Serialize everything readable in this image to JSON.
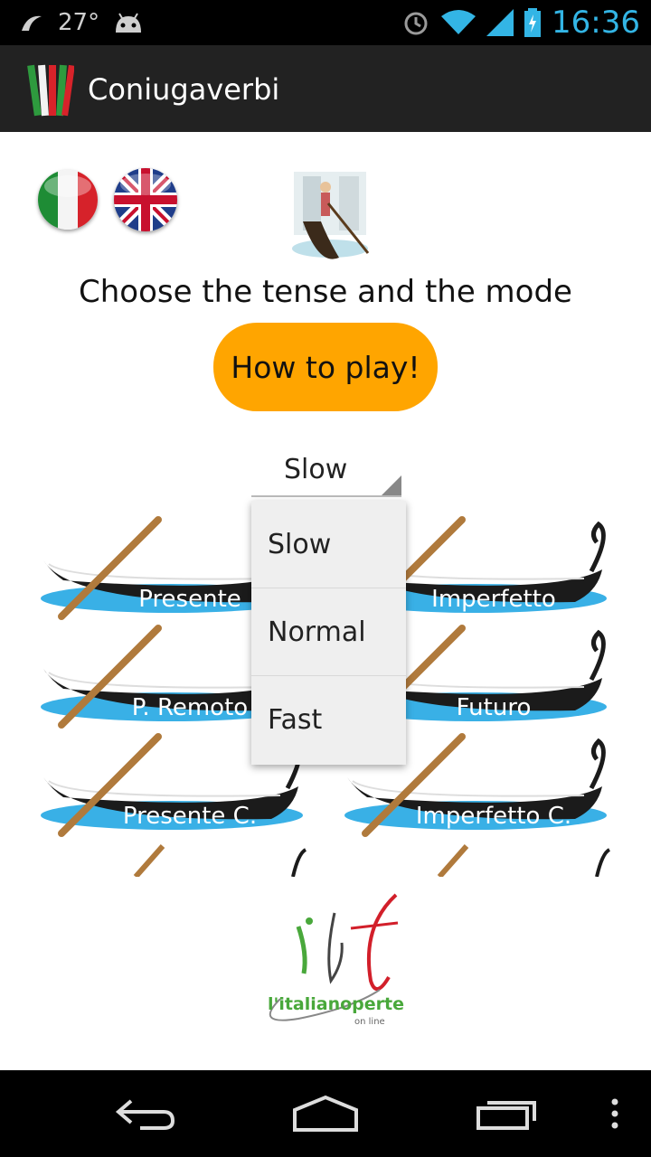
{
  "statusbar": {
    "temperature": "27°",
    "time": "16:36"
  },
  "app": {
    "title": "Coniugaverbi"
  },
  "main": {
    "heading": "Choose the tense and the mode",
    "howto_label": "How to play!",
    "speed": {
      "selected": "Slow",
      "options": [
        "Slow",
        "Normal",
        "Fast"
      ]
    },
    "tenses": [
      "Presente",
      "Imperfetto",
      "P. Remoto",
      "Futuro",
      "Presente C.",
      "Imperfetto C."
    ]
  },
  "footer_logo": {
    "text": "l'italianoperte",
    "sub": "on line"
  },
  "colors": {
    "accent_orange": "#ffa500",
    "time_blue": "#33b5e5"
  }
}
